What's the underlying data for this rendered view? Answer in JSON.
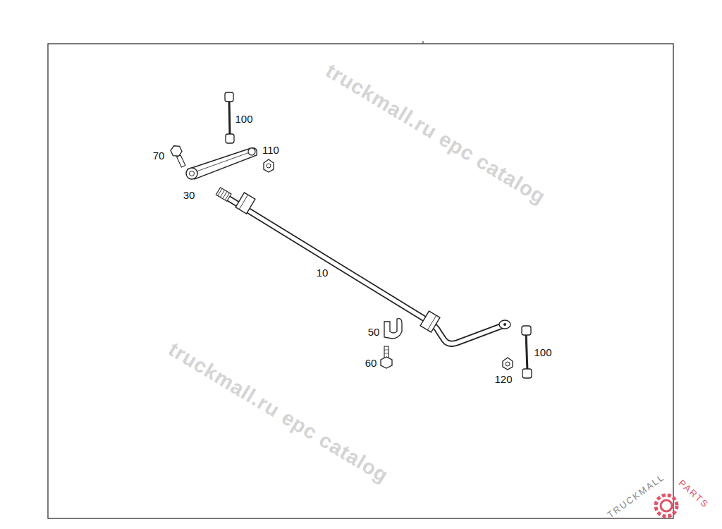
{
  "diagram": {
    "labels": [
      "truckmall.ru epc catalog",
      "truckmall.ru epc catalog",
      "100",
      "70",
      "110",
      "30",
      "10",
      "50",
      "60",
      "100",
      "120",
      "TRUCKMALL",
      "PARTS"
    ]
  }
}
